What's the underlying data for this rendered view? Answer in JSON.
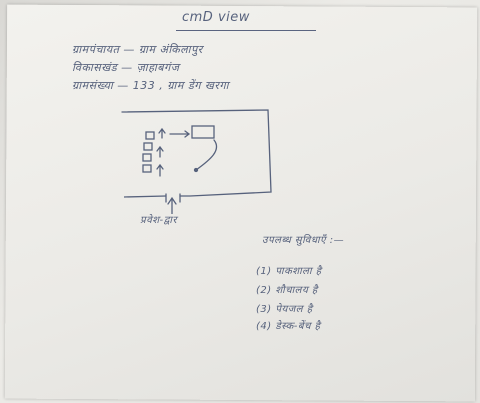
{
  "document": {
    "title": "cmD view",
    "info_lines": [
      "ग्रामपंचायत — ग्राम अंकिलापुर",
      "विकासखंड — ज़ाहाबगंज",
      "ग्रामसंख्या — 133 , ग्राम डेंग खरगा"
    ],
    "sketch": {
      "entrance_label": "प्रवेश-द्वार"
    },
    "facilities_heading": "उपलब्ध सुविधाएँ :—",
    "facilities": [
      "(1) पाकशाला है",
      "(2) शौचालय है",
      "(3) पेयजल है",
      "(4) डेस्क-बेंच है"
    ],
    "ink_color": "#3d4a6a",
    "paper_color": "#efeeea"
  }
}
